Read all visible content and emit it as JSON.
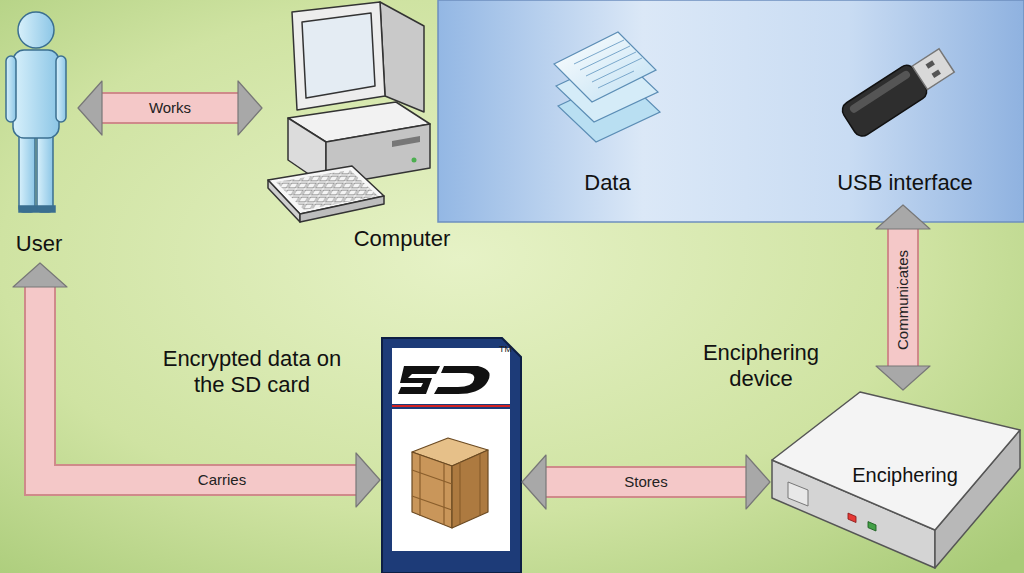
{
  "diagram": {
    "nodes": [
      {
        "text": [
          "User"
        ]
      },
      {
        "text": [
          "Computer"
        ]
      },
      {
        "text": [
          "Data"
        ]
      },
      {
        "text": [
          "USB interface"
        ]
      },
      {
        "text": [
          "Encrypted data on the SD card"
        ]
      },
      {
        "text": [
          "Enciphering device",
          "Enciphering"
        ]
      }
    ],
    "edges": [
      {
        "from": 0,
        "to": 1,
        "arrow": "both",
        "label": "Works"
      },
      {
        "from": 3,
        "to": 5,
        "arrow": "both",
        "label": "Communicates"
      },
      {
        "from": 4,
        "to": 5,
        "arrow": "both",
        "label": "Stores"
      },
      {
        "from": 0,
        "to": 4,
        "arrow": "both",
        "label": "Carries"
      }
    ],
    "labels": [
      "TM"
    ]
  }
}
